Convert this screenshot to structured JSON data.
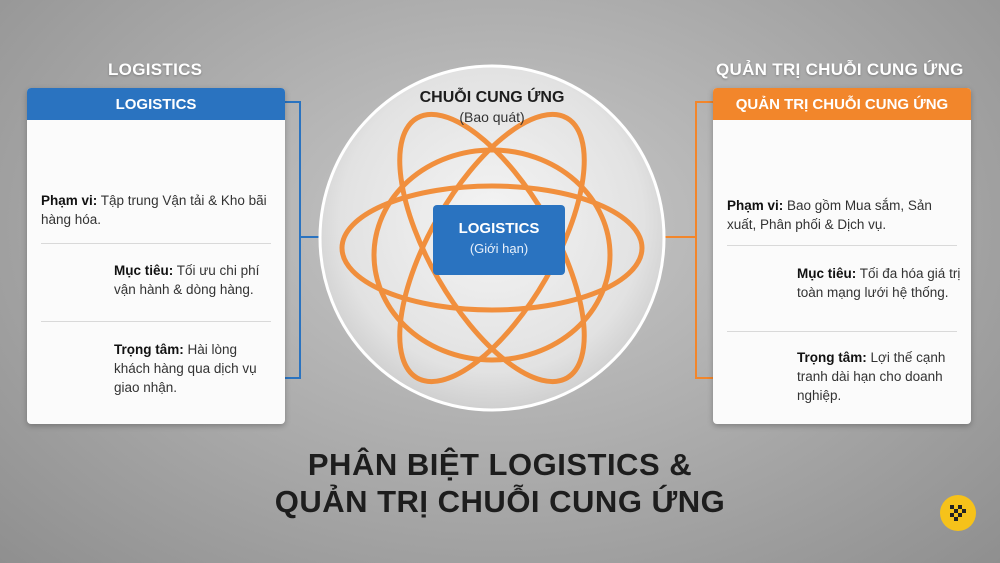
{
  "left": {
    "title": "LOGISTICS",
    "header": "LOGISTICS",
    "scope_label": "Phạm vi:",
    "scope_text": " Tập trung Vận tải & Kho bãi hàng hóa.",
    "goal_label": "Mục tiêu:",
    "goal_text": " Tối ưu chi phí vận hành & dòng hàng.",
    "focus_label": "Trọng tâm:",
    "focus_text": " Hài lòng khách hàng qua dịch vụ giao nhận."
  },
  "center": {
    "outer_title": "CHUỖI CUNG ỨNG",
    "outer_sub": "(Bao quát)",
    "inner_title": "LOGISTICS",
    "inner_sub": "(Giới hạn)"
  },
  "right": {
    "title": "QUẢN TRỊ CHUỖI CUNG ỨNG",
    "header": "QUẢN TRỊ CHUỖI CUNG ỨNG",
    "scope_label": "Phạm vi:",
    "scope_text": " Bao gồm Mua sắm, Sản xuất, Phân phối & Dịch vụ.",
    "goal_label": "Mục tiêu:",
    "goal_text": " Tối đa hóa giá trị toàn mạng lưới hệ thống.",
    "focus_label": "Trọng tâm:",
    "focus_text": " Lợi thế cạnh tranh dài hạn cho doanh nghiệp."
  },
  "footer": {
    "line1": "PHÂN BIỆT LOGISTICS &",
    "line2": "QUẢN TRỊ CHUỖI CUNG ỨNG"
  },
  "colors": {
    "logistics_blue": "#2a73c0",
    "scm_orange": "#f2862b"
  }
}
